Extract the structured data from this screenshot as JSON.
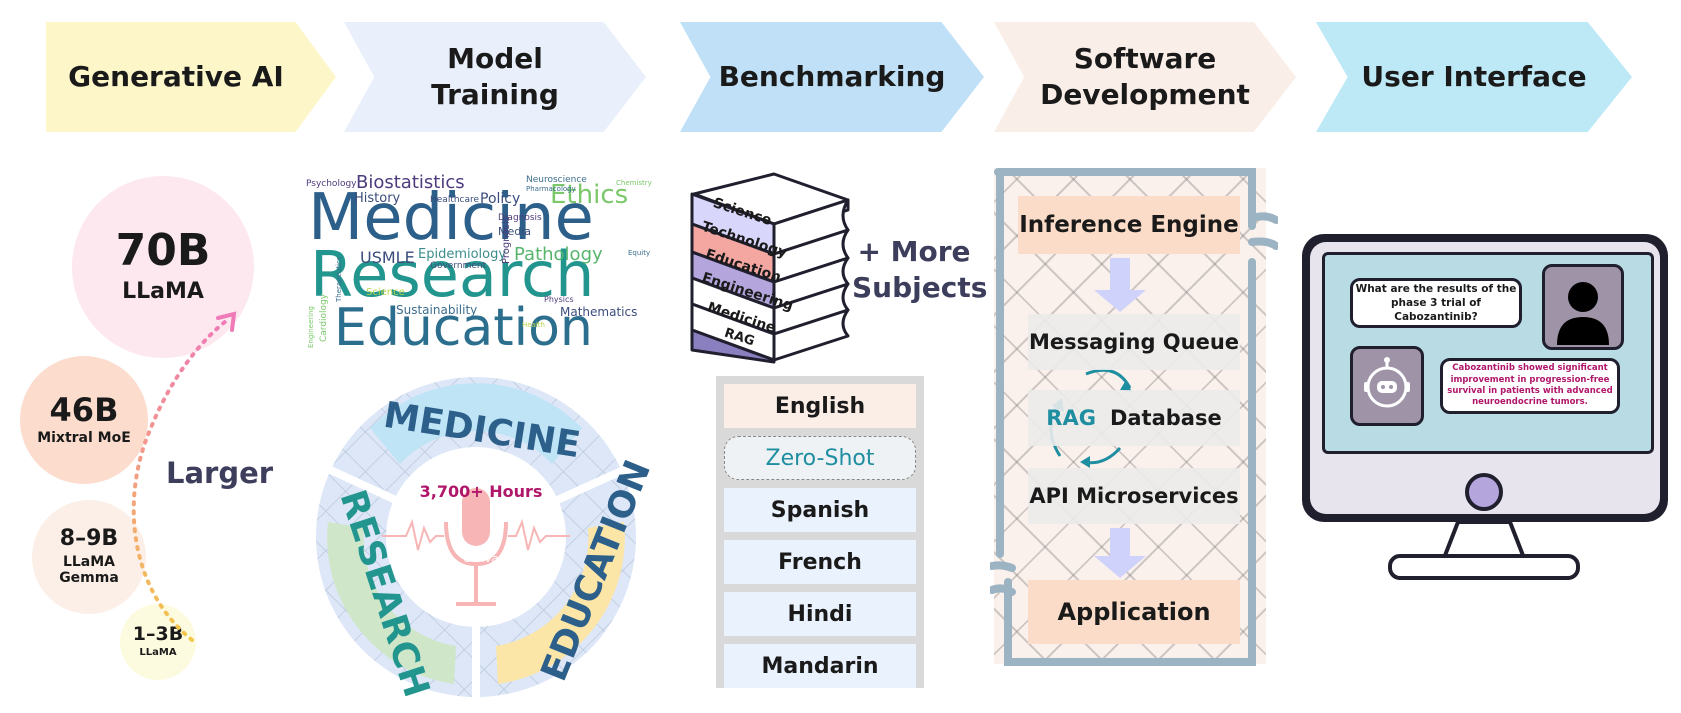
{
  "header": {
    "steps": [
      {
        "label": "Generative AI",
        "color": "#fdf6c8"
      },
      {
        "label": "Model\nTraining",
        "color": "#e9f0fb"
      },
      {
        "label": "Benchmarking",
        "color": "#bfe0f7"
      },
      {
        "label": "Software\nDevelopment",
        "color": "#faeee8"
      },
      {
        "label": "User Interface",
        "color": "#bde9f7"
      }
    ]
  },
  "models": {
    "larger_label": "Larger",
    "items": [
      {
        "size": "70B",
        "name": "LLaMA",
        "color": "#fde8ef"
      },
      {
        "size": "46B",
        "name": "Mixtral MoE",
        "color": "#fcdccd"
      },
      {
        "size": "8–9B",
        "name": "LLaMA\nGemma",
        "color": "#fcefe8"
      },
      {
        "size": "1–3B",
        "name": "LLaMA",
        "color": "#fdfbdf"
      }
    ]
  },
  "word_cloud": {
    "words": [
      "Medicine",
      "Research",
      "Education",
      "Biostatistics",
      "Ethics",
      "Psychology",
      "History",
      "Healthcare",
      "Policy",
      "Neuroscience",
      "Pharmacology",
      "Chemistry",
      "USMLE",
      "Epidemiology",
      "Government",
      "Pathology",
      "Diagnosis",
      "Media",
      "Equity",
      "Science",
      "Sustainability",
      "Prognosis",
      "Physics",
      "Mathematics",
      "Cardiology",
      "Engineering",
      "Therapeutics",
      "Health"
    ]
  },
  "wheel": {
    "segments": [
      "MEDICINE",
      "RESEARCH",
      "EDUCATION"
    ],
    "hours": "3,700+ Hours",
    "mic_brand": "Canva"
  },
  "benchmark": {
    "books": [
      "Science",
      "Technology",
      "Education",
      "Engineering",
      "Medicine",
      "RAG"
    ],
    "more_subjects": "+ More\nSubjects",
    "languages": [
      {
        "label": "English",
        "color": "#fbeee6"
      },
      {
        "label": "Zero-Shot",
        "color": "#eef2f5"
      },
      {
        "label": "Spanish",
        "color": "#eaf2fd"
      },
      {
        "label": "French",
        "color": "#eaf2fd"
      },
      {
        "label": "Hindi",
        "color": "#eaf2fd"
      },
      {
        "label": "Mandarin",
        "color": "#eaf2fd"
      }
    ]
  },
  "software": {
    "inference_engine": "Inference Engine",
    "messaging_queue": "Messaging Queue",
    "rag": "RAG",
    "database": "Database",
    "api": "API Microservices",
    "application": "Application"
  },
  "ui": {
    "question": "What are the results of the phase 3 trial of Cabozantinib?",
    "answer": "Cabozantinib showed significant improvement in progression-free survival in patients with advanced neuroendocrine tumors."
  },
  "colors": {
    "dark_text": "#1a1a1a",
    "teal": "#1f8ea0",
    "magenta": "#b0166a",
    "navy": "#2c4a6e",
    "arrow_pink": "#f07ab8"
  }
}
